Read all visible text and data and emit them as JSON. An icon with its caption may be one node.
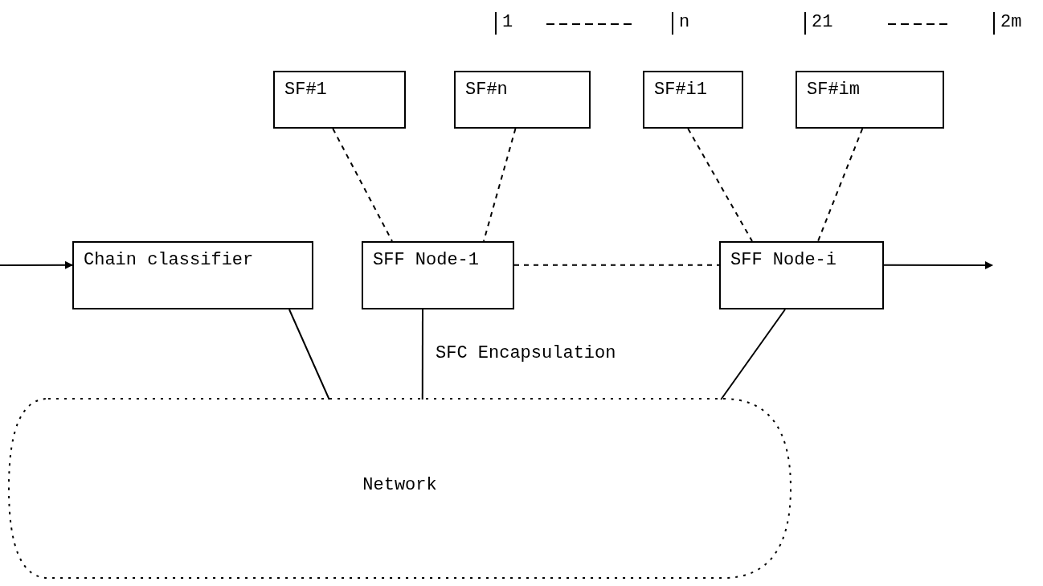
{
  "diagram": {
    "nodes": [
      {
        "text": [
          "SF#1"
        ]
      },
      {
        "text": [
          "SF#n"
        ]
      },
      {
        "text": [
          "SF#i1"
        ]
      },
      {
        "text": [
          "SF#im"
        ]
      },
      {
        "text": [
          "Chain classifier"
        ]
      },
      {
        "text": [
          "SFF Node-1"
        ]
      },
      {
        "text": [
          "SFF Node-i"
        ]
      },
      {
        "text": [
          "Network"
        ]
      }
    ],
    "edges": [
      {
        "from": 0,
        "to": 5,
        "arrow": "none",
        "style": "dashed"
      },
      {
        "from": 1,
        "to": 5,
        "arrow": "none",
        "style": "dashed"
      },
      {
        "from": 2,
        "to": 6,
        "arrow": "none",
        "style": "dashed"
      },
      {
        "from": 3,
        "to": 6,
        "arrow": "none",
        "style": "dashed"
      },
      {
        "from": null,
        "to": 4,
        "arrow": "to"
      },
      {
        "from": 5,
        "to": 6,
        "arrow": "none",
        "style": "dashed"
      },
      {
        "from": 6,
        "to": null,
        "arrow": "to"
      },
      {
        "from": 4,
        "to": 7,
        "arrow": "none"
      },
      {
        "from": 5,
        "to": 7,
        "arrow": "none",
        "label": "SFC Encapsulation"
      },
      {
        "from": 6,
        "to": 7,
        "arrow": "none"
      }
    ],
    "labels": [
      "1",
      "n",
      "21",
      "2m"
    ]
  }
}
